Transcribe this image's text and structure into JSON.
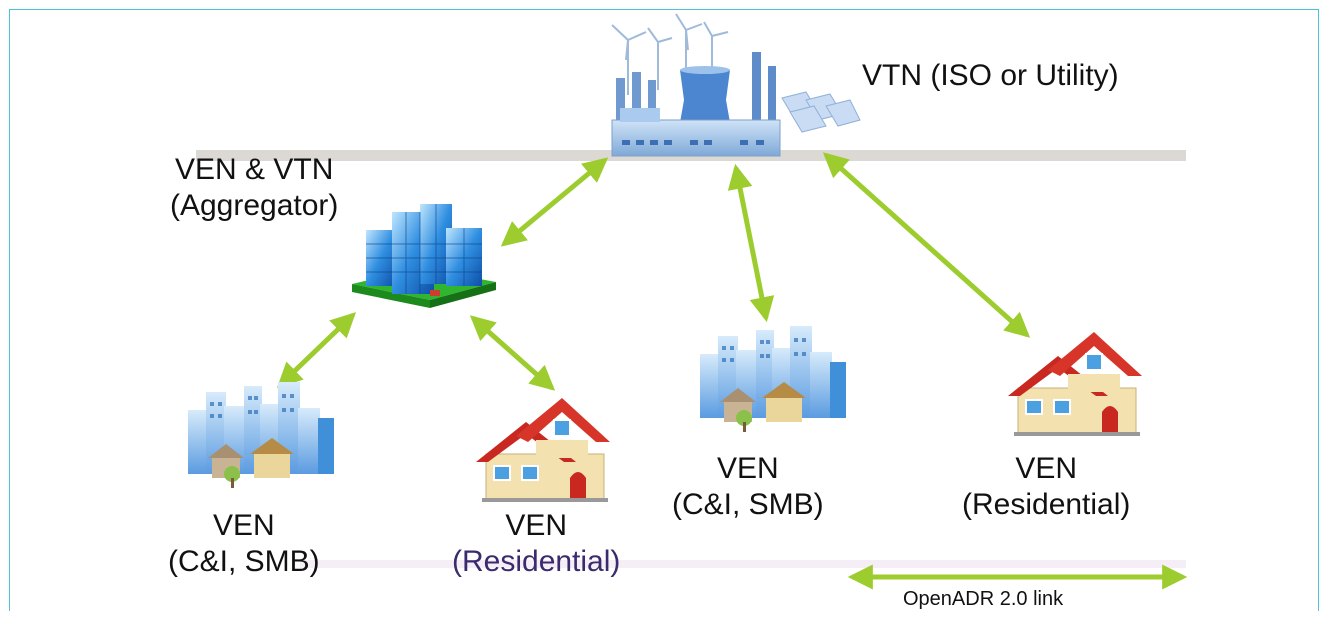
{
  "nodes": {
    "vtn": {
      "label": "VTN (ISO or Utility)"
    },
    "aggregator": {
      "line1": "VEN & VTN",
      "line2": "(Aggregator)"
    },
    "ven_ci_left": {
      "line1": "VEN",
      "line2": "(C&I, SMB)"
    },
    "ven_res_left": {
      "line1": "VEN",
      "line2": "(Residential)"
    },
    "ven_ci_mid": {
      "line1": "VEN",
      "line2": "(C&I, SMB)"
    },
    "ven_res_right": {
      "line1": "VEN",
      "line2": "(Residential)"
    }
  },
  "legend": {
    "label": "OpenADR 2.0 link"
  },
  "colors": {
    "link": "#9ccc2e",
    "building_blue": "#3f8fd9",
    "roof_red": "#c8281f",
    "wall_cream": "#f3e2b0",
    "lawn_green": "#2fb52f",
    "frame": "#4fc3d6"
  }
}
